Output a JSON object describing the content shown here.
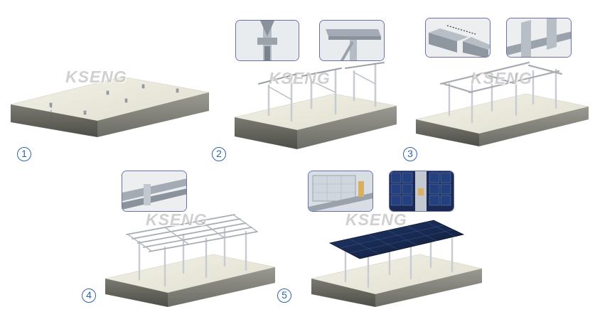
{
  "watermark": "KSENG",
  "steps": [
    {
      "number": "1"
    },
    {
      "number": "2"
    },
    {
      "number": "3"
    },
    {
      "number": "4"
    },
    {
      "number": "5"
    }
  ],
  "colors": {
    "slab_top": "#ebe9dc",
    "slab_front": "#6e6e66",
    "slab_side": "#8c8c84",
    "steel": "#c8ccd2",
    "steel_dark": "#8a9098",
    "panel": "#17233f",
    "number_blue": "#2f63ad"
  }
}
